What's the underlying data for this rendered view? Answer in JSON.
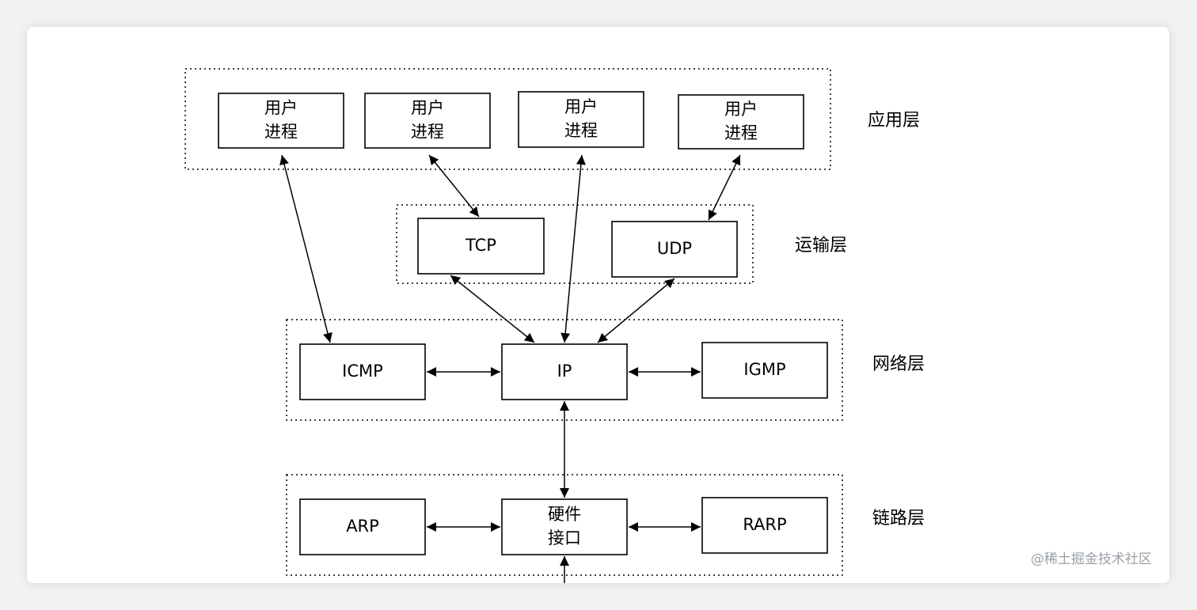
{
  "layers": [
    {
      "id": "app",
      "label": "应用层"
    },
    {
      "id": "transport",
      "label": "运输层"
    },
    {
      "id": "network",
      "label": "网络层"
    },
    {
      "id": "link",
      "label": "链路层"
    }
  ],
  "nodes": [
    {
      "id": "up1",
      "layer": "app",
      "lines": [
        "用户",
        "进程"
      ]
    },
    {
      "id": "up2",
      "layer": "app",
      "lines": [
        "用户",
        "进程"
      ]
    },
    {
      "id": "up3",
      "layer": "app",
      "lines": [
        "用户",
        "进程"
      ]
    },
    {
      "id": "up4",
      "layer": "app",
      "lines": [
        "用户",
        "进程"
      ]
    },
    {
      "id": "tcp",
      "layer": "transport",
      "lines": [
        "TCP"
      ]
    },
    {
      "id": "udp",
      "layer": "transport",
      "lines": [
        "UDP"
      ]
    },
    {
      "id": "icmp",
      "layer": "network",
      "lines": [
        "ICMP"
      ]
    },
    {
      "id": "ip",
      "layer": "network",
      "lines": [
        "IP"
      ]
    },
    {
      "id": "igmp",
      "layer": "network",
      "lines": [
        "IGMP"
      ]
    },
    {
      "id": "arp",
      "layer": "link",
      "lines": [
        "ARP"
      ]
    },
    {
      "id": "hw",
      "layer": "link",
      "lines": [
        "硬件",
        "接口"
      ]
    },
    {
      "id": "rarp",
      "layer": "link",
      "lines": [
        "RARP"
      ]
    }
  ],
  "edges": [
    {
      "from": "up1",
      "to": "icmp"
    },
    {
      "from": "up2",
      "to": "tcp"
    },
    {
      "from": "up3",
      "to": "ip"
    },
    {
      "from": "up4",
      "to": "udp"
    },
    {
      "from": "tcp",
      "to": "ip"
    },
    {
      "from": "udp",
      "to": "ip"
    },
    {
      "from": "icmp",
      "to": "ip"
    },
    {
      "from": "ip",
      "to": "igmp"
    },
    {
      "from": "ip",
      "to": "hw"
    },
    {
      "from": "arp",
      "to": "hw"
    },
    {
      "from": "hw",
      "to": "rarp"
    }
  ],
  "watermark": "@稀土掘金技术社区"
}
